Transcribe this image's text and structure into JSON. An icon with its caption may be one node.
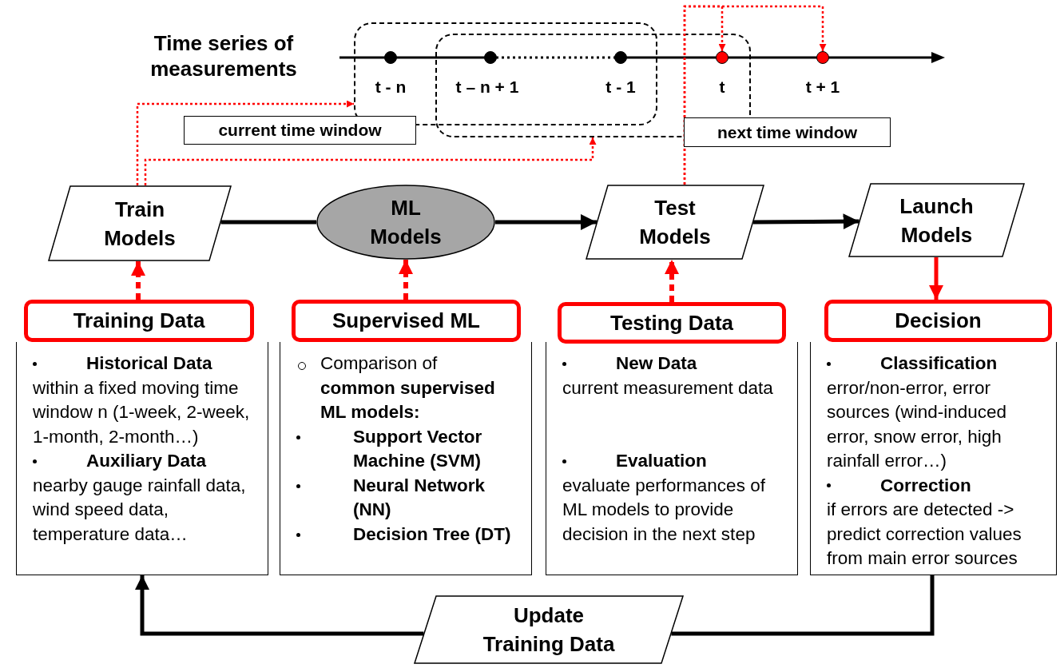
{
  "diagram": {
    "nodes": [
      {
        "text": [],
        "shape": "box"
      },
      {
        "text": [],
        "shape": "box"
      },
      {
        "text": [
          "current time window"
        ]
      },
      {
        "text": [
          "next time window"
        ]
      },
      {
        "text": [],
        "shape": "circle",
        "in": 0
      },
      {
        "text": [],
        "shape": "circle"
      },
      {
        "text": [],
        "shape": "circle"
      },
      {
        "text": [],
        "shape": "circle",
        "in": 1
      },
      {
        "text": [],
        "shape": "circle"
      },
      {
        "text": [
          "Train Models"
        ]
      },
      {
        "text": [
          "ML Models"
        ]
      },
      {
        "text": [
          "Test Models"
        ]
      },
      {
        "text": [
          "Launch Models"
        ]
      },
      {
        "text": [
          "Training Data"
        ]
      },
      {
        "text": [
          "Historical Data",
          "within a fixed moving time window n (1-week, 2-week, 1-month, 2-month…)",
          "Auxiliary Data",
          "nearby gauge rainfall data, wind speed data, temperature data…"
        ]
      },
      {
        "text": [
          "Supervised ML"
        ]
      },
      {
        "text": [
          "Comparison of **common supervised ML models:**",
          "Support Vector Machine (SVM)",
          "Neural Network (NN)",
          "Decision Tree (DT)"
        ]
      },
      {
        "text": [
          "Testing Data"
        ]
      },
      {
        "text": [
          "New Data",
          "current measurement data",
          "Evaluation",
          "evaluate performances of ML models to provide decision in the next step"
        ]
      },
      {
        "text": [
          "Decision"
        ]
      },
      {
        "text": [
          "Classification",
          "error/non-error, error sources (wind-induced error, snow error, high rainfall error…)",
          "Correction",
          "if errors are detected -> predict correction values from main error sources"
        ]
      },
      {
        "text": [
          "Update Training Data"
        ]
      }
    ],
    "edges": [
      {
        "from": 9,
        "to": 0,
        "arrow": "to",
        "style": "dashed",
        "color": "#ff0000"
      },
      {
        "from": 9,
        "to": 1,
        "arrow": "to",
        "style": "dashed",
        "color": "#ff0000"
      },
      {
        "from": 11,
        "to": 7,
        "arrow": "to",
        "style": "dashed",
        "color": "#ff0000"
      },
      {
        "from": 11,
        "to": 8,
        "arrow": "to",
        "style": "dashed",
        "color": "#ff0000"
      },
      {
        "from": 13,
        "to": 9,
        "arrow": "to",
        "style": "dashed",
        "color": "#ff0000"
      },
      {
        "from": 15,
        "to": 10,
        "arrow": "to",
        "style": "dashed",
        "color": "#ff0000"
      },
      {
        "from": 17,
        "to": 11,
        "arrow": "to",
        "style": "dashed",
        "color": "#ff0000"
      },
      {
        "from": 12,
        "to": 19,
        "arrow": "to",
        "color": "#ff0000"
      },
      {
        "from": 9,
        "to": 10,
        "arrow": "none",
        "color": "#000000"
      },
      {
        "from": 10,
        "to": 11,
        "arrow": "to",
        "color": "#000000"
      },
      {
        "from": 11,
        "to": 12,
        "arrow": "to",
        "color": "#000000"
      },
      {
        "from": 20,
        "to": 21,
        "arrow": "none",
        "color": "#000000"
      },
      {
        "from": 21,
        "to": 14,
        "arrow": "to",
        "color": "#000000"
      }
    ],
    "labels": [
      "Time series of measurements",
      "t - n",
      "t – n + 1",
      "t - 1",
      "t",
      "t + 1"
    ]
  }
}
